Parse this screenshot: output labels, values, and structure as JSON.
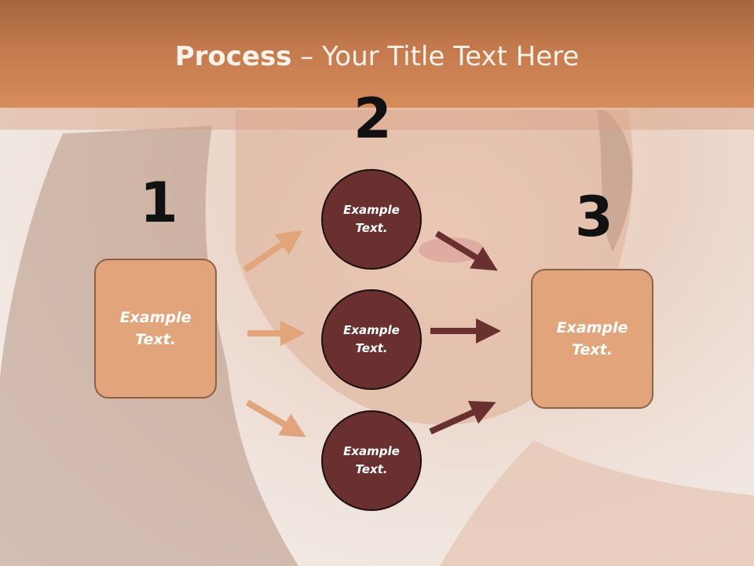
{
  "title": {
    "bold": "Process",
    "rest": " – Your Title Text Here"
  },
  "steps": {
    "one": "1",
    "two": "2",
    "three": "3"
  },
  "left_box": {
    "line1": "Example",
    "line2": "Text."
  },
  "circles": [
    {
      "line1": "Example",
      "line2": "Text."
    },
    {
      "line1": "Example",
      "line2": "Text."
    },
    {
      "line1": "Example",
      "line2": "Text."
    }
  ],
  "right_box": {
    "line1": "Example",
    "line2": "Text."
  },
  "colors": {
    "header": "#d68c5b",
    "box_fill": "#e2a47b",
    "circle_fill": "#6a3030",
    "light_arrow": "#e2a47b",
    "dark_arrow": "#6a2f2f"
  }
}
